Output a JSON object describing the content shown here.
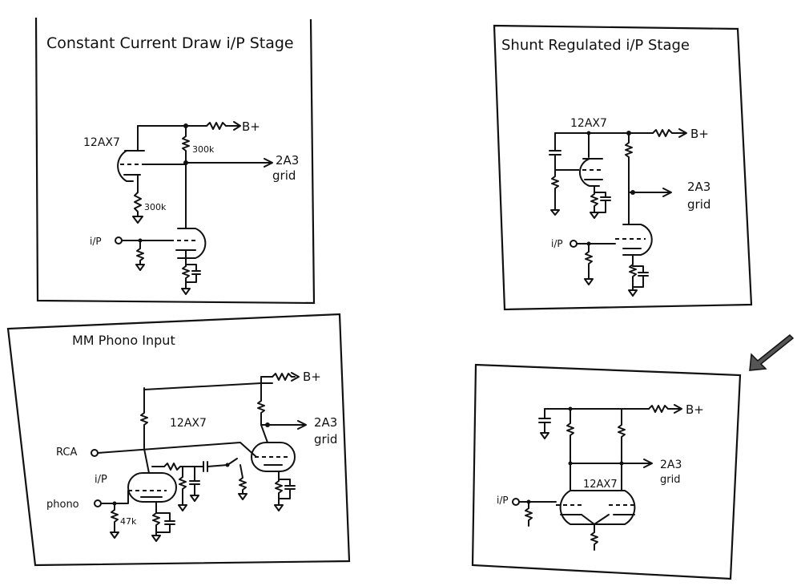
{
  "panels": [
    {
      "id": "constant-current",
      "title": "Constant Current Draw i/P Stage",
      "tube": "12AX7",
      "labels": {
        "bplus": "B+",
        "r_plate": "300k",
        "r_cathode": "300k",
        "out_a": "2A3",
        "out_b": "grid",
        "input": "i/P"
      }
    },
    {
      "id": "shunt-regulated",
      "title": "Shunt Regulated i/P Stage",
      "tube": "12AX7",
      "labels": {
        "bplus": "B+",
        "out_a": "2A3",
        "out_b": "grid",
        "input": "i/P"
      }
    },
    {
      "id": "mm-phono",
      "title": "MM Phono Input",
      "tube": "12AX7",
      "labels": {
        "bplus": "B+",
        "out_a": "2A3",
        "out_b": "grid",
        "rca": "RCA",
        "ip": "i/P",
        "phono": "phono",
        "r_input": "47k"
      }
    },
    {
      "id": "arrowed-stage",
      "title": "",
      "tube": "12AX7",
      "labels": {
        "bplus": "B+",
        "out_a": "2A3",
        "out_b": "grid",
        "input": "i/P"
      }
    }
  ],
  "colors": {
    "ink": "#111111",
    "paper": "#ffffff",
    "arrow_fill": "#555555"
  },
  "icons": {
    "pointer": "arrow-pointer-icon",
    "ground": "ground-icon",
    "resistor": "resistor-icon",
    "capacitor": "capacitor-icon",
    "triode": "triode-icon"
  }
}
